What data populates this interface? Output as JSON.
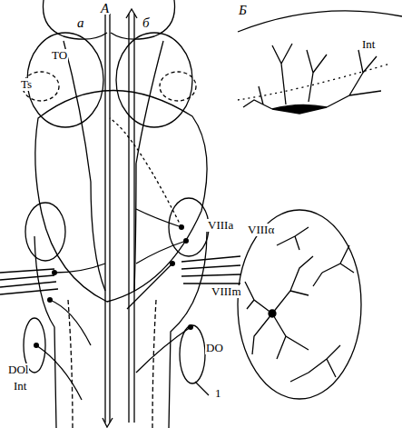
{
  "diagram": {
    "labels": [
      "А",
      "а",
      "б",
      "TO",
      "Ts",
      "VIIIa",
      "VIIIm",
      "DO",
      "DOl",
      "Int",
      "1",
      "Б",
      "Int",
      "VIIIα"
    ]
  }
}
